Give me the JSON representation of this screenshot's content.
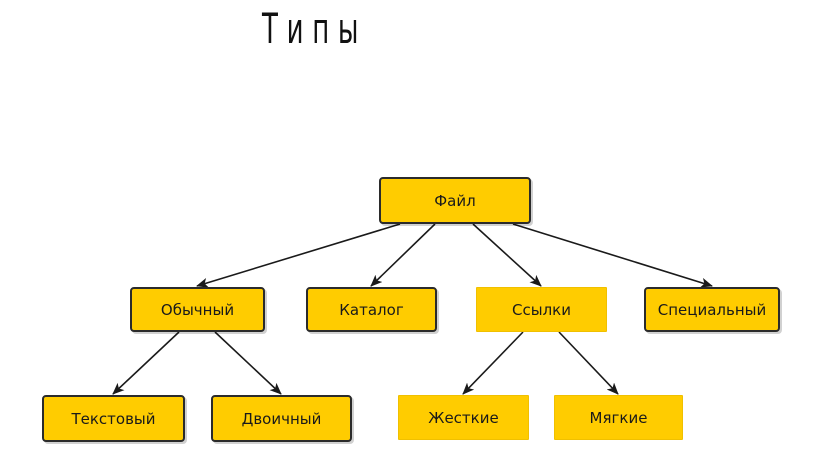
{
  "title": "Типы",
  "diagram": {
    "type": "tree",
    "node_color": "#ffcc00",
    "edge_color": "#1a1a1a",
    "nodes": {
      "file": "Файл",
      "regular": "Обычный",
      "catalog": "Каталог",
      "links": "Ссылки",
      "special": "Специальный",
      "text": "Текстовый",
      "binary": "Двоичный",
      "hard": "Жесткие",
      "soft": "Мягкие"
    },
    "edges": [
      [
        "file",
        "regular"
      ],
      [
        "file",
        "catalog"
      ],
      [
        "file",
        "links"
      ],
      [
        "file",
        "special"
      ],
      [
        "regular",
        "text"
      ],
      [
        "regular",
        "binary"
      ],
      [
        "links",
        "hard"
      ],
      [
        "links",
        "soft"
      ]
    ]
  }
}
